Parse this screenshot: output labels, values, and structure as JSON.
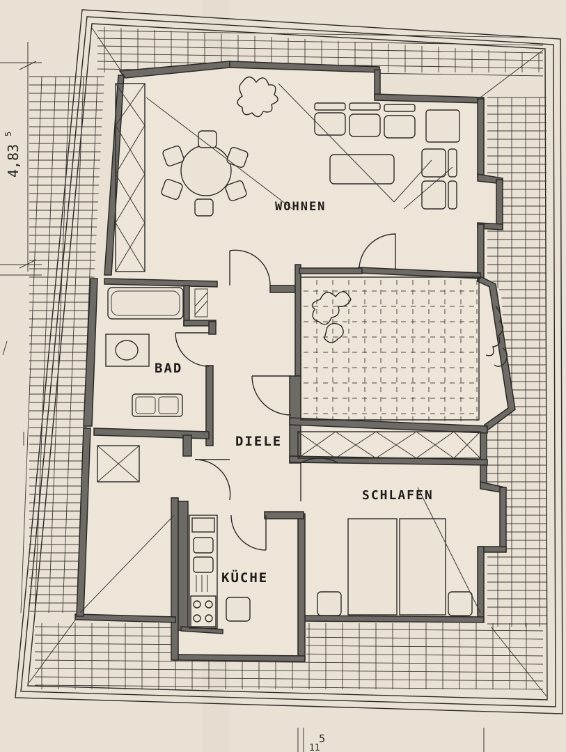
{
  "plan": {
    "rooms": {
      "wohnen": "WOHNEN",
      "bad": "BAD",
      "diele": "DIELE",
      "schlafen": "SCHLAFEN",
      "kueche": "KÜCHE"
    },
    "dimensions": {
      "left_height": "4,83",
      "left_height_sup": "5",
      "bottom_width": "11",
      "bottom_width_sup": "5"
    }
  },
  "colors": {
    "paper": "#e9e2d4",
    "ink": "#2a2826",
    "wall_fill": "#6e6a66"
  }
}
